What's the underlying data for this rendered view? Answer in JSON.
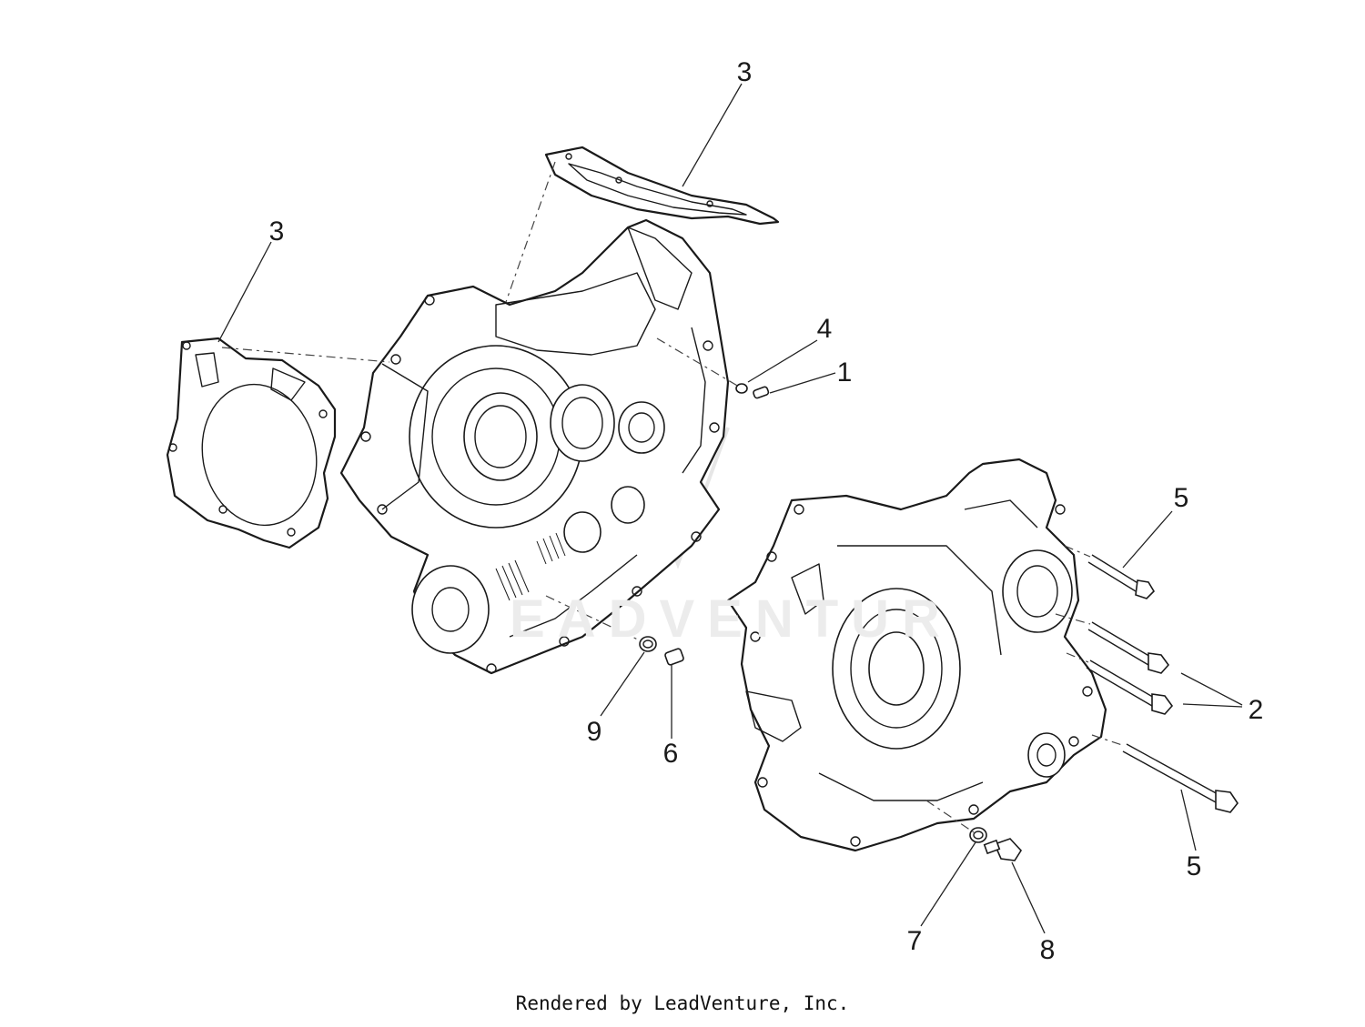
{
  "callouts": [
    {
      "id": "c3a",
      "label": "3"
    },
    {
      "id": "c3b",
      "label": "3"
    },
    {
      "id": "c4",
      "label": "4"
    },
    {
      "id": "c1",
      "label": "1"
    },
    {
      "id": "c5a",
      "label": "5"
    },
    {
      "id": "c2",
      "label": "2"
    },
    {
      "id": "c5b",
      "label": "5"
    },
    {
      "id": "c9",
      "label": "9"
    },
    {
      "id": "c6",
      "label": "6"
    },
    {
      "id": "c7",
      "label": "7"
    },
    {
      "id": "c8",
      "label": "8"
    }
  ],
  "footer": {
    "credit": "Rendered by LeadVenture, Inc."
  }
}
